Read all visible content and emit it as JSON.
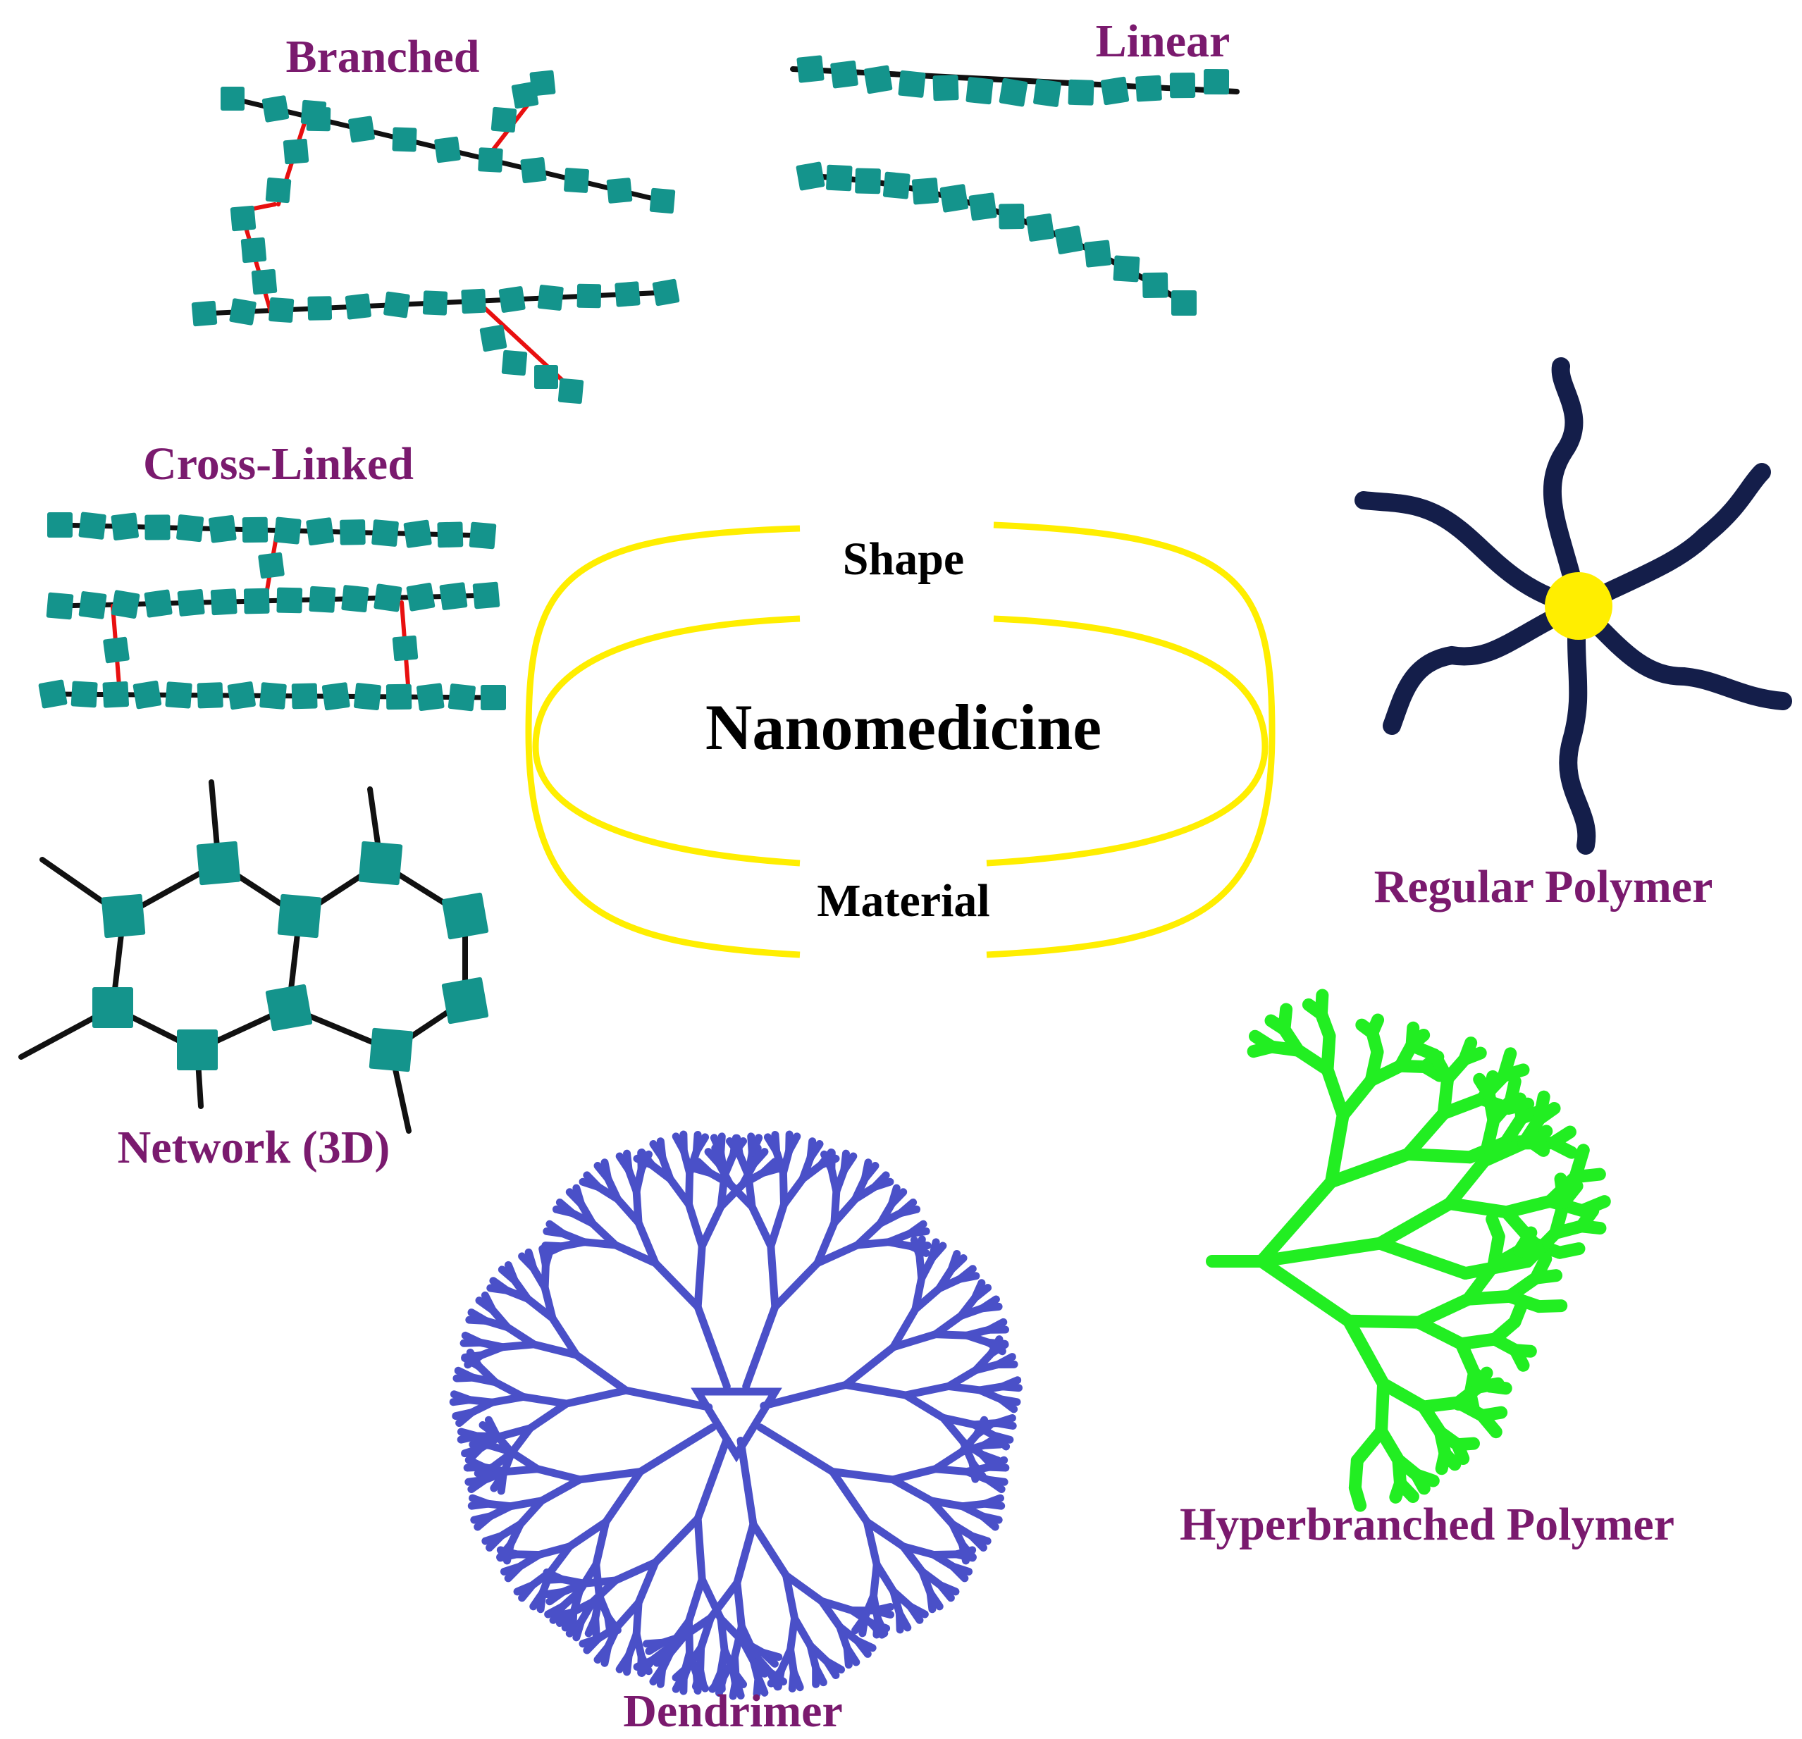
{
  "center": {
    "title": "Nanomedicine",
    "top_label": "Shape",
    "bottom_label": "Material"
  },
  "labels": {
    "branched": "Branched",
    "linear": "Linear",
    "cross_linked": "Cross-Linked",
    "network": "Network (3D)",
    "regular_polymer": "Regular Polymer",
    "hyperbranched": "Hyperbranched Polymer",
    "dendrimer": "Dendrimer"
  },
  "colors": {
    "label_text": "#7a1a6e",
    "ring": "#ffee00",
    "monomer": "#14948c",
    "backbone": "#111111",
    "crosslink": "#e81010",
    "star_arm": "#141e4a",
    "star_core": "#ffee00",
    "dendrimer": "#4a50c8",
    "hyperbranched": "#22ee22"
  }
}
